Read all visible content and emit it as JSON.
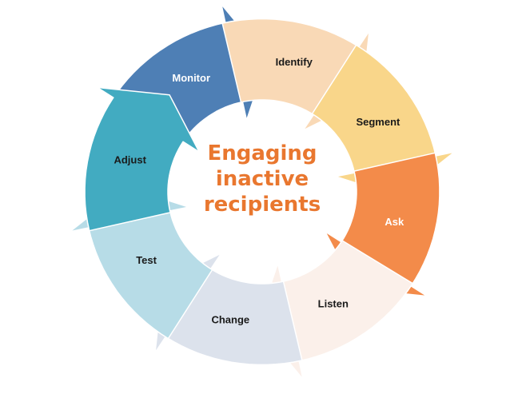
{
  "center_title": {
    "line1": "Engaging",
    "line2": "inactive",
    "line3": "recipients",
    "color": "#E9772F"
  },
  "stages": [
    {
      "label": "Monitor",
      "fill": "#4E7FB5",
      "text_color": "#FFFFFF"
    },
    {
      "label": "Identify",
      "fill": "#F9D9B6",
      "text_color": "#1A1A1A"
    },
    {
      "label": "Segment",
      "fill": "#F9D68A",
      "text_color": "#1A1A1A"
    },
    {
      "label": "Ask",
      "fill": "#F38B4A",
      "text_color": "#FFFFFF"
    },
    {
      "label": "Listen",
      "fill": "#FBF0EA",
      "text_color": "#1A1A1A"
    },
    {
      "label": "Change",
      "fill": "#DCE2EC",
      "text_color": "#1A1A1A"
    },
    {
      "label": "Test",
      "fill": "#B7DCE7",
      "text_color": "#1A1A1A"
    },
    {
      "label": "Adjust",
      "fill": "#42ABC1",
      "text_color": "#1A1A1A"
    }
  ]
}
